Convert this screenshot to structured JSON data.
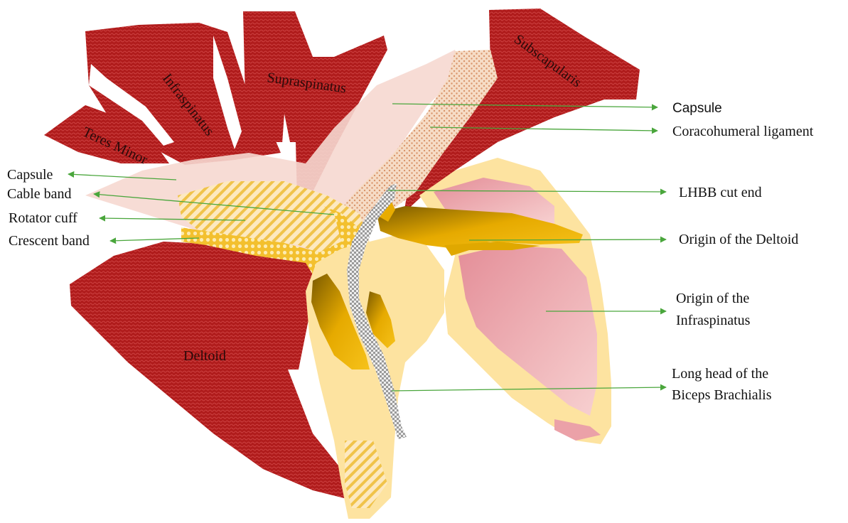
{
  "muscle_labels": {
    "teres_minor": "Teres Minor",
    "infraspinatus": "Infraspinatus",
    "supraspinatus": "Supraspinatus",
    "subscapularis": "Subscapularis",
    "deltoid": "Deltoid"
  },
  "left_callouts": {
    "capsule": "Capsule",
    "cable_band": "Cable band",
    "rotator_cuff": "Rotator cuff",
    "crescent_band": "Crescent band"
  },
  "right_callouts": {
    "capsule": "Capsule",
    "coracohumeral": "Coracohumeral ligament",
    "lhbb": "LHBB cut end",
    "origin_deltoid": "Origin of the Deltoid",
    "origin_infra_1": "Origin of the",
    "origin_infra_2": "Infraspinatus",
    "long_head_1": "Long head of the",
    "long_head_2": "Biceps Brachialis"
  },
  "colors": {
    "muscle": "#b01c1c",
    "bone": "#fde3a0",
    "pink": "#eaa6ab",
    "gold": "#e0a800",
    "arrow": "#4aa63c"
  }
}
